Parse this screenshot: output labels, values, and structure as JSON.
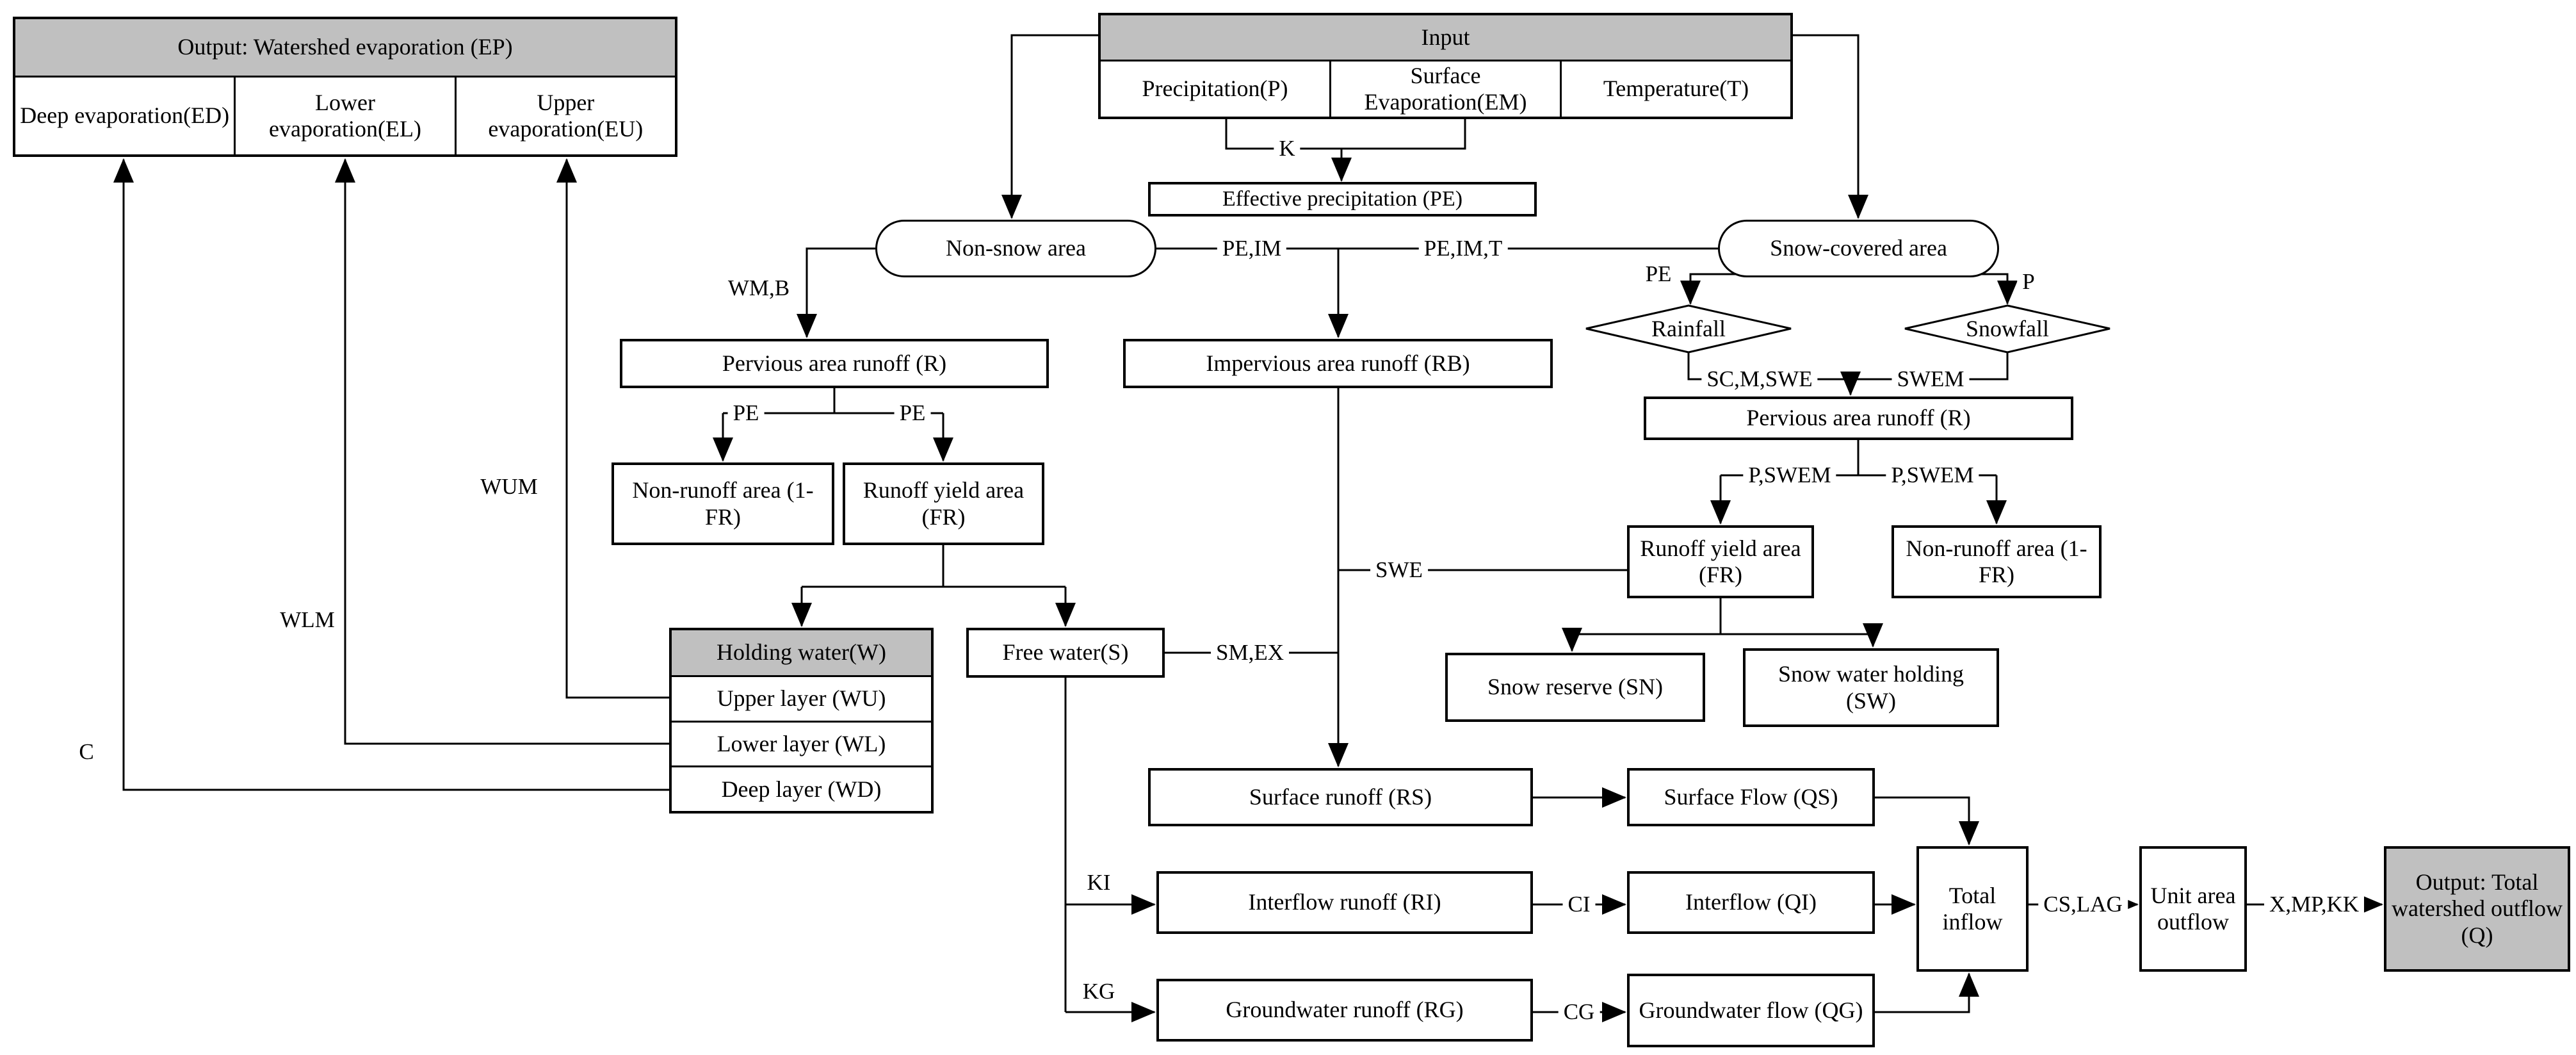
{
  "colors": {
    "header_fill": "#c0c0c0",
    "box_fill": "#ffffff",
    "line": "#000000"
  },
  "groups": {
    "output_evaporation": {
      "header": "Output: Watershed evaporation (EP)",
      "cells": [
        "Deep evaporation(ED)",
        "Lower evaporation(EL)",
        "Upper evaporation(EU)"
      ]
    },
    "input": {
      "header": "Input",
      "cells": [
        "Precipitation(P)",
        "Surface Evaporation(EM)",
        "Temperature(T)"
      ]
    },
    "holding_water": {
      "header": "Holding water(W)",
      "cells": [
        "Upper layer (WU)",
        "Lower layer (WL)",
        "Deep layer (WD)"
      ]
    }
  },
  "nodes": {
    "effective_precipitation": "Effective precipitation (PE)",
    "non_snow_area": "Non-snow area",
    "snow_covered_area": "Snow-covered area",
    "rainfall": "Rainfall",
    "snowfall": "Snowfall",
    "pervious_runoff_left": "Pervious area runoff (R)",
    "impervious_runoff": "Impervious area runoff (RB)",
    "pervious_runoff_right": "Pervious area runoff (R)",
    "non_runoff_left": "Non-runoff area (1-FR)",
    "runoff_yield_left": "Runoff yield area (FR)",
    "runoff_yield_right": "Runoff yield area (FR)",
    "non_runoff_right": "Non-runoff area (1-FR)",
    "free_water": "Free water(S)",
    "snow_reserve": "Snow reserve (SN)",
    "snow_water_holding": "Snow water holding (SW)",
    "surface_runoff": "Surface runoff (RS)",
    "surface_flow": "Surface Flow (QS)",
    "interflow_runoff": "Interflow runoff (RI)",
    "interflow": "Interflow (QI)",
    "groundwater_runoff": "Groundwater runoff (RG)",
    "groundwater_flow": "Groundwater flow (QG)",
    "total_inflow": "Total inflow",
    "unit_area_outflow": "Unit area outflow",
    "output_total": "Output: Total watershed outflow (Q)"
  },
  "edge_labels": {
    "k": "K",
    "wm_b": "WM,B",
    "pe_im": "PE,IM",
    "pe_im_t": "PE,IM,T",
    "pe_rain": "PE",
    "p_snow": "P",
    "sc_m_swe": "SC,M,SWE",
    "swem": "SWEM",
    "pe_split_left": "PE",
    "pe_split_right": "PE",
    "p_swem_left": "P,SWEM",
    "p_swem_right": "P,SWEM",
    "swe": "SWE",
    "sm_ex": "SM,EX",
    "wum": "WUM",
    "wlm": "WLM",
    "c": "C",
    "ki": "KI",
    "kg": "KG",
    "ci": "CI",
    "cg": "CG",
    "cs_lag": "CS,LAG",
    "x_mp_kk": "X,MP,KK"
  }
}
